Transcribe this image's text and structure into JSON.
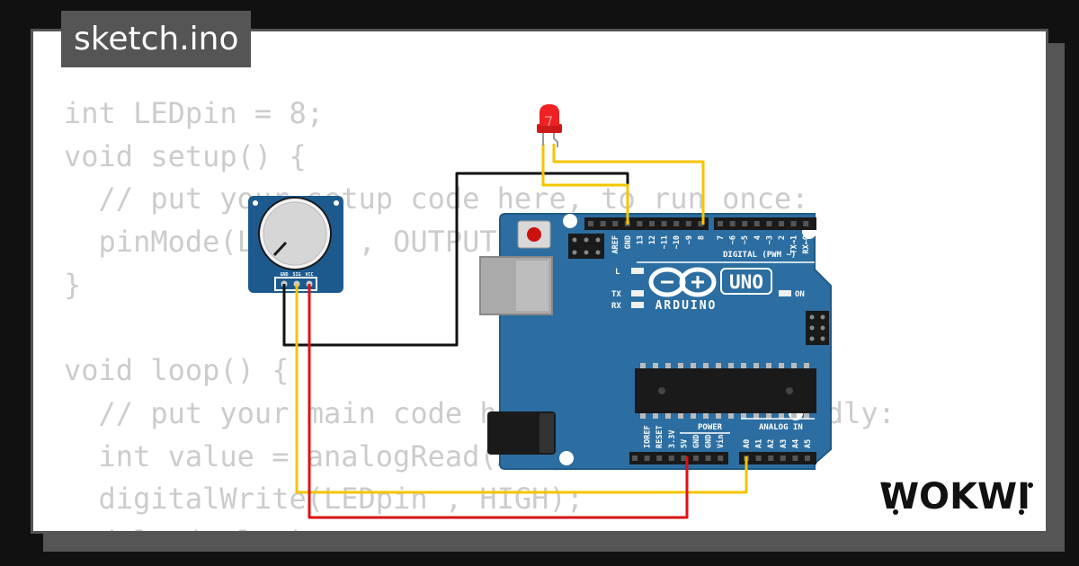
{
  "file": {
    "title": "sketch.ino"
  },
  "code": {
    "lines": [
      "int LEDpin = 8;",
      "void setup() {",
      "  // put your setup code here, to run once:",
      "  pinMode(LEDpin , OUTPUT);",
      "}",
      "",
      "void loop() {",
      "  // put your main code here, to run repeatedly:",
      "  int value = analogRead(A0);",
      "  digitalWrite(LEDpin , HIGH);",
      "  delay(value);"
    ]
  },
  "board": {
    "model_label": "UNO",
    "brand_label": "ARDUINO",
    "digital_label": "DIGITAL (PWM ~)",
    "on_label": "ON",
    "led_l_label": "L",
    "tx_label": "TX",
    "rx_label": "RX",
    "power_label": "POWER",
    "analog_label": "ANALOG IN",
    "digital_pins": [
      "AREF",
      "GND",
      "13",
      "12",
      "~11",
      "~10",
      "~9",
      "8",
      "7",
      "~6",
      "~5",
      "4",
      "~3",
      "2",
      "TX→1",
      "RX←0"
    ],
    "power_pins": [
      "IOREF",
      "RESET",
      "3.3V",
      "5V",
      "GND",
      "GND",
      "Vin"
    ],
    "analog_pins": [
      "A0",
      "A1",
      "A2",
      "A3",
      "A4",
      "A5"
    ],
    "logo_icon": "infinity-minus-plus-icon"
  },
  "potentiometer": {
    "pin_labels": [
      "GND",
      "SIG",
      "VCC"
    ]
  },
  "brand": {
    "name": "WOKWI"
  },
  "colors": {
    "background": "#111111",
    "card": "#ffffff",
    "frame": "#555555",
    "code_text": "#cccccc",
    "board_blue": "#2c6ea1",
    "wire_black": "#111111",
    "wire_red": "#dd1111",
    "wire_yellow": "#f5c400",
    "led_red": "#ee2222"
  }
}
